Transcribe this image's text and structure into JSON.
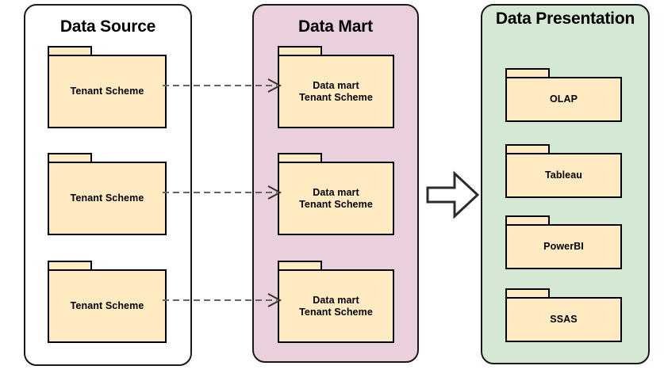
{
  "diagram": {
    "title_visible": false,
    "background": "#ffffff",
    "panels": [
      {
        "id": "data-source",
        "title": "Data Source",
        "fill": "#ffffff",
        "stroke": "#1a1a1a",
        "items": [
          {
            "label": "Tenant Scheme"
          },
          {
            "label": "Tenant Scheme"
          },
          {
            "label": "Tenant Scheme"
          }
        ]
      },
      {
        "id": "data-mart",
        "title": "Data Mart",
        "fill": "#e9d0dc",
        "stroke": "#1a1a1a",
        "items": [
          {
            "label": "Data mart\nTenant Scheme"
          },
          {
            "label": "Data mart\nTenant Scheme"
          },
          {
            "label": "Data mart\nTenant Scheme"
          }
        ]
      },
      {
        "id": "data-presentation",
        "title": "Data Presentation",
        "fill": "#d5e8d4",
        "stroke": "#1a1a1a",
        "items": [
          {
            "label": "OLAP"
          },
          {
            "label": "Tableau"
          },
          {
            "label": "PowerBI"
          },
          {
            "label": "SSAS"
          }
        ]
      }
    ],
    "connectors": {
      "dashed_color": "#666666",
      "dashed_style": "dashed-open-arrow",
      "dashed_count": 3,
      "block_arrow": {
        "name": "flow-arrow-right",
        "direction": "right",
        "fill": "#ffffff",
        "stroke": "#2b2b2b"
      }
    },
    "folder_fill": "#ffeac2",
    "folder_stroke": "#000000"
  }
}
